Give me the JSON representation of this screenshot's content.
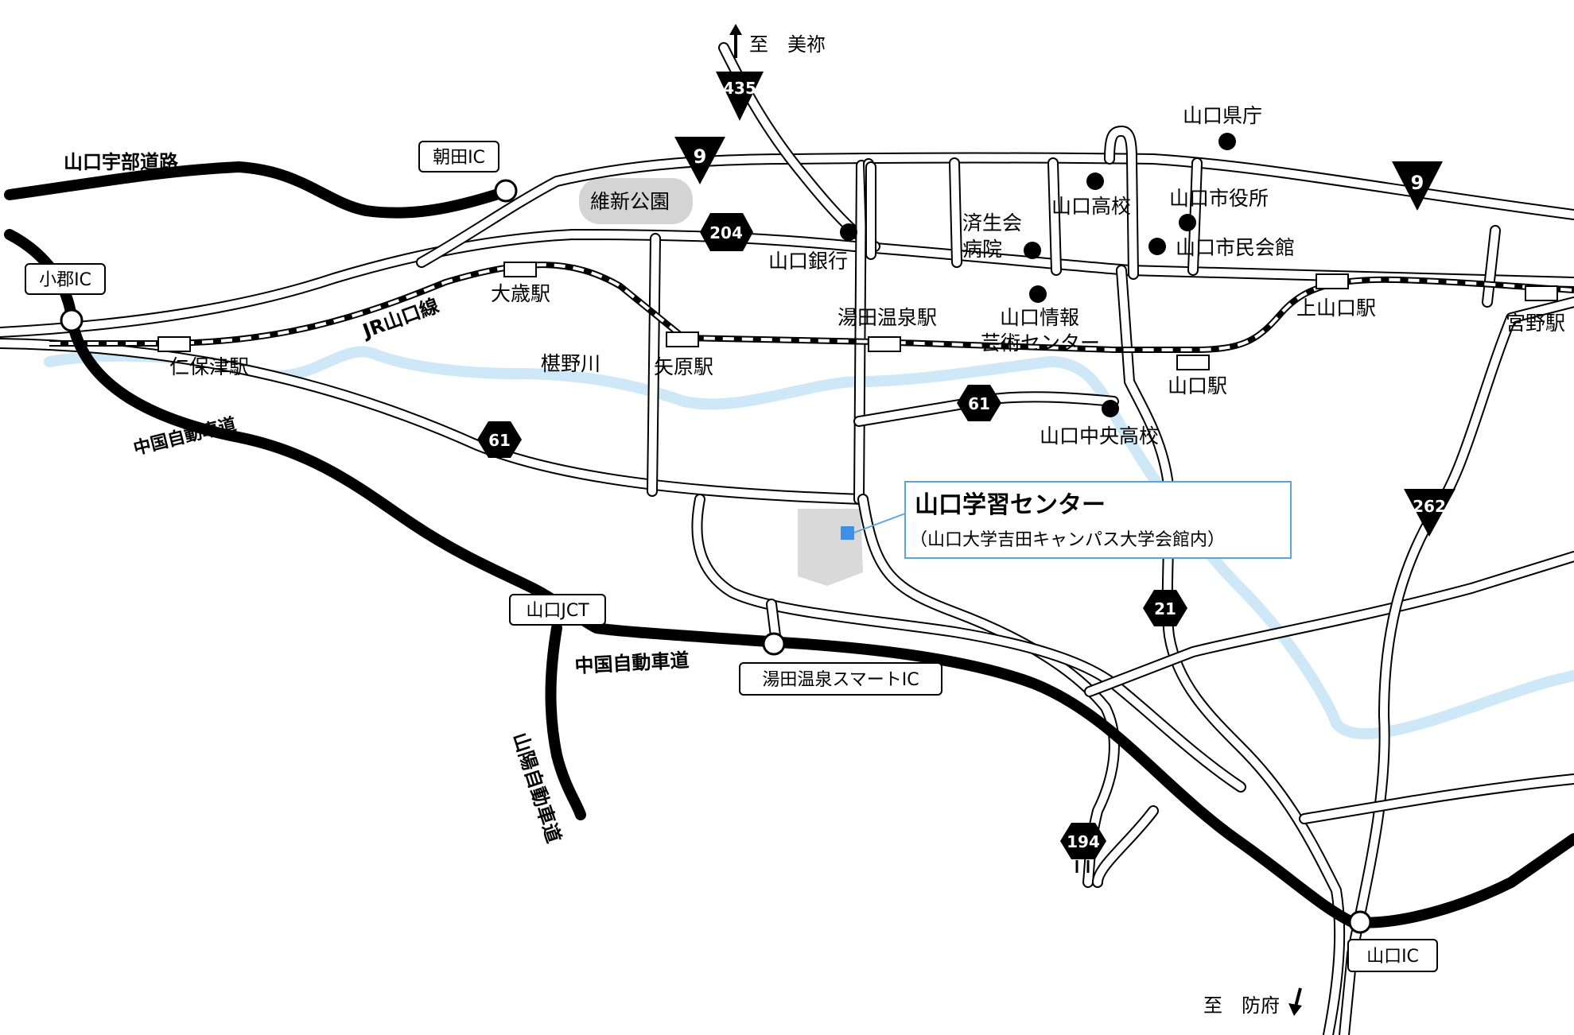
{
  "map": {
    "target": {
      "name": "山口学習センター",
      "sub": "（山口大学吉田キャンパス大学会館内）",
      "marker_color": "#3d8fe8",
      "box_color": "#5aa6d6"
    },
    "colors": {
      "river": "#cfe8f8",
      "campus": "#d9d9d9",
      "park": "#d4d4d4"
    },
    "directions": {
      "north": "至　美祢",
      "south": "至　防府"
    },
    "route_shields": [
      {
        "id": "r435",
        "num": "435",
        "shape": "triangle"
      },
      {
        "id": "r9a",
        "num": "9",
        "shape": "triangle"
      },
      {
        "id": "r9b",
        "num": "9",
        "shape": "triangle"
      },
      {
        "id": "r262",
        "num": "262",
        "shape": "triangle"
      },
      {
        "id": "r204",
        "num": "204",
        "shape": "hexagon"
      },
      {
        "id": "r61a",
        "num": "61",
        "shape": "hexagon"
      },
      {
        "id": "r61b",
        "num": "61",
        "shape": "hexagon"
      },
      {
        "id": "r21",
        "num": "21",
        "shape": "hexagon"
      },
      {
        "id": "r194",
        "num": "194",
        "shape": "hexagon"
      }
    ],
    "interchanges": {
      "asada": "朝田IC",
      "ogori": "小郡IC",
      "jct": "山口JCT",
      "smart": "湯田温泉スマートIC",
      "yamaguchi": "山口IC"
    },
    "expressways": {
      "ube": "山口宇部道路",
      "chugoku1": "中国自動車道",
      "chugoku2": "中国自動車道",
      "sanyo": "山陽自動車道"
    },
    "railway": {
      "line": "JR山口線"
    },
    "stations": {
      "nihozu": "仁保津駅",
      "otoshi": "大歳駅",
      "yabara": "矢原駅",
      "yuda": "湯田温泉駅",
      "yamaguchi": "山口駅",
      "kamiyamaguchi": "上山口駅",
      "miyano": "宮野駅"
    },
    "river": "椹野川",
    "park": "維新公園",
    "facilities": {
      "kencho": "山口県庁",
      "highschool": "山口高校",
      "cityhall": "山口市役所",
      "civic": "山口市民会館",
      "hospital1": "済生会",
      "hospital2": "病院",
      "bank": "山口銀行",
      "arts1": "山口情報",
      "arts2": "芸術センター",
      "chuo": "山口中央高校"
    }
  }
}
